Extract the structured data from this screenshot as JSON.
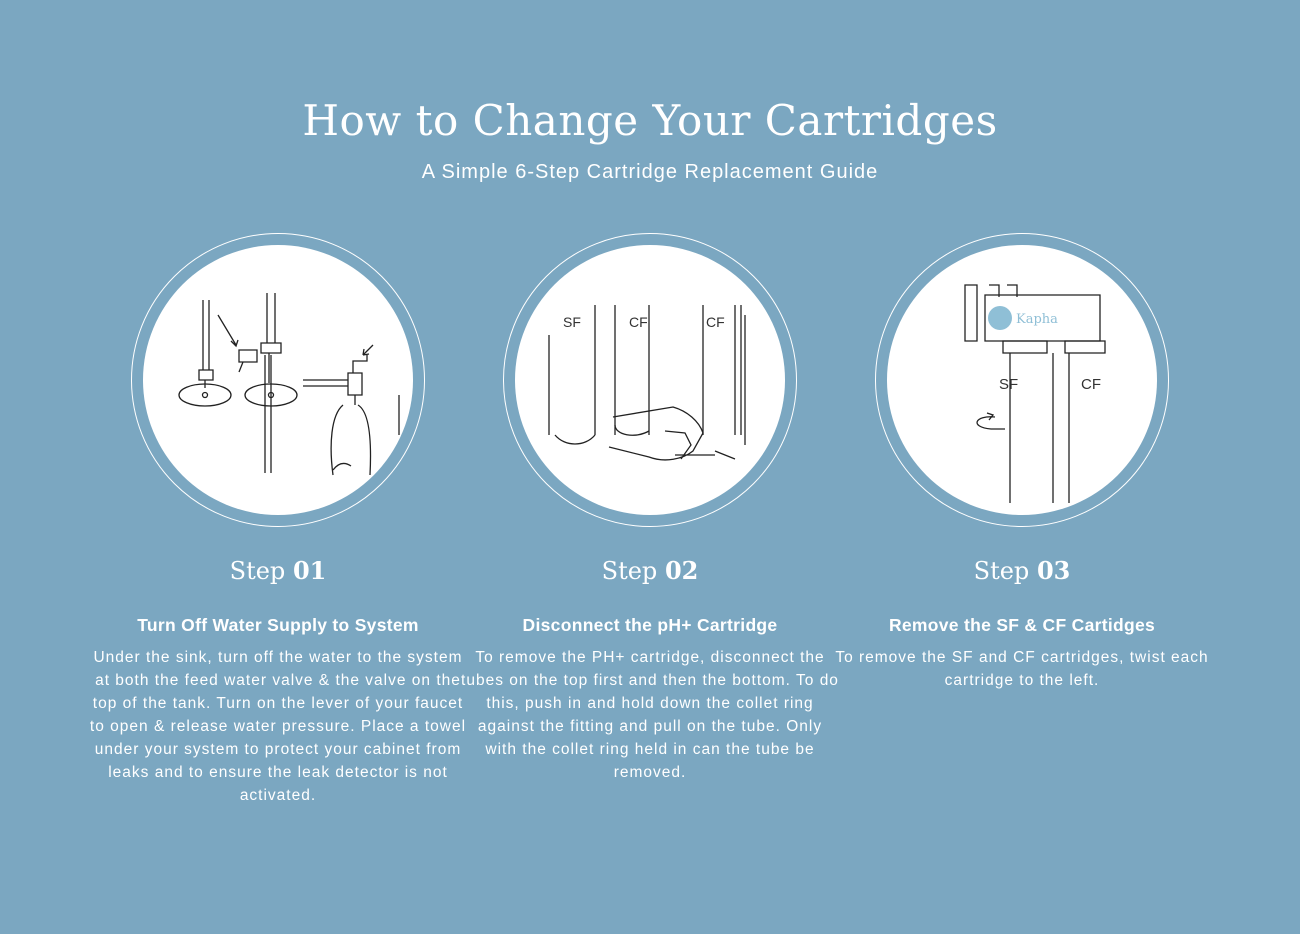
{
  "header": {
    "title": "How to Change Your Cartridges",
    "subtitle": "A Simple 6-Step Cartridge Replacement Guide"
  },
  "steps": [
    {
      "word": "Step",
      "number": "01",
      "heading": "Turn Off Water Supply to System",
      "body": "Under the sink, turn off the water to the system at both the feed water valve & the valve on the top of the tank. Turn on the lever of your faucet to open & release water pressure. Place a towel under your system to protect your cabinet from leaks and to ensure the leak detector is not activated.",
      "illustration": "valves-icon"
    },
    {
      "word": "Step",
      "number": "02",
      "heading": "Disconnect the pH+ Cartridge",
      "body": "To remove the PH+ cartridge, disconnect the tubes on the top first and then the bottom. To do this, push in and hold down the collet ring against the fitting and pull on the tube. Only with the collet ring held in can the tube be removed.",
      "illustration": "disconnect-tube-icon",
      "labels": [
        "SF",
        "CF",
        "CF"
      ]
    },
    {
      "word": "Step",
      "number": "03",
      "heading": "Remove the SF & CF Cartidges",
      "body": "To remove the SF and CF cartridges, twist each cartridge to the left.",
      "illustration": "twist-cartridge-icon",
      "labels": [
        "SF",
        "CF"
      ],
      "brand": "Kapha"
    }
  ],
  "colors": {
    "background": "#7ba7c1",
    "accent": "#8fbfd6"
  }
}
